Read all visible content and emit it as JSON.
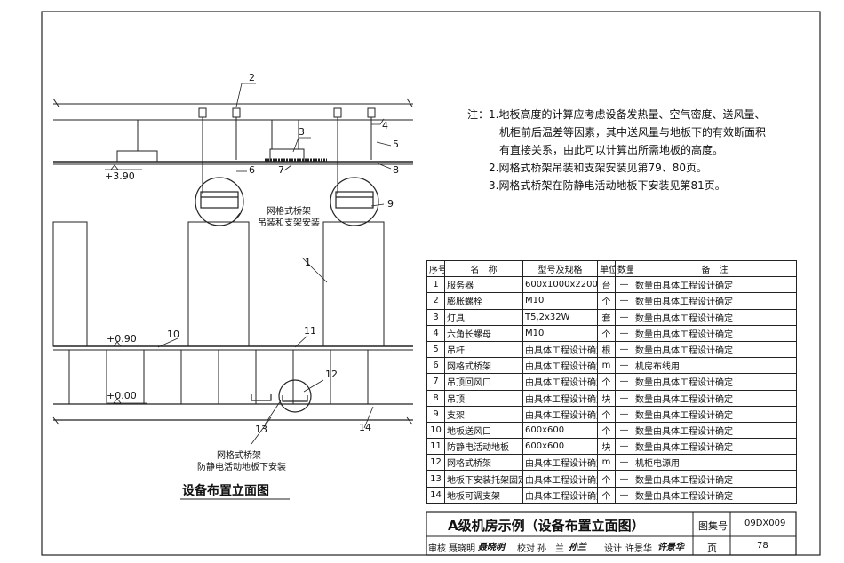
{
  "diagram": {
    "label": "设备布置立面图",
    "elevations": [
      "+3.90",
      "+0.90",
      "+0.00"
    ],
    "callouts": [
      "1",
      "2",
      "3",
      "4",
      "5",
      "6",
      "7",
      "8",
      "9",
      "10",
      "11",
      "12",
      "13",
      "14"
    ],
    "detail_captions": {
      "upper": [
        "网格式桥架",
        "吊装和支架安装"
      ],
      "lower": [
        "网格式桥架",
        "防静电活动地板下安装"
      ]
    }
  },
  "notes": {
    "prefix": "注：",
    "lines": [
      "1.地板高度的计算应考虑设备发热量、空气密度、送风量、",
      "机柜前后温差等因素，其中送风量与地板下的有效断面积",
      "有直接关系，由此可以计算出所需地板的高度。",
      "2.网格式桥架吊装和支架安装见第79、80页。",
      "3.网格式桥架在防静电活动地板下安装见第81页。"
    ]
  },
  "table": {
    "headers": [
      "序号",
      "名　称",
      "型号及规格",
      "单位",
      "数量",
      "备　注"
    ],
    "rows": [
      [
        "1",
        "服务器",
        "600x1000x2200",
        "台",
        "—",
        "数量由具体工程设计确定"
      ],
      [
        "2",
        "膨胀螺栓",
        "M10",
        "个",
        "—",
        "数量由具体工程设计确定"
      ],
      [
        "3",
        "灯具",
        "T5,2x32W",
        "套",
        "—",
        "数量由具体工程设计确定"
      ],
      [
        "4",
        "六角长螺母",
        "M10",
        "个",
        "—",
        "数量由具体工程设计确定"
      ],
      [
        "5",
        "吊杆",
        "由具体工程设计确定",
        "根",
        "—",
        "数量由具体工程设计确定"
      ],
      [
        "6",
        "网格式桥架",
        "由具体工程设计确定",
        "m",
        "—",
        "机房布线用"
      ],
      [
        "7",
        "吊顶回风口",
        "由具体工程设计确定",
        "个",
        "—",
        "数量由具体工程设计确定"
      ],
      [
        "8",
        "吊顶",
        "由具体工程设计确定",
        "块",
        "—",
        "数量由具体工程设计确定"
      ],
      [
        "9",
        "支架",
        "由具体工程设计确定",
        "个",
        "—",
        "数量由具体工程设计确定"
      ],
      [
        "10",
        "地板送风口",
        "600x600",
        "个",
        "—",
        "数量由具体工程设计确定"
      ],
      [
        "11",
        "防静电活动地板",
        "600x600",
        "块",
        "—",
        "数量由具体工程设计确定"
      ],
      [
        "12",
        "网格式桥架",
        "由具体工程设计确定",
        "m",
        "—",
        "机柜电源用"
      ],
      [
        "13",
        "地板下安装托架固定件",
        "由具体工程设计确定",
        "个",
        "—",
        "数量由具体工程设计确定"
      ],
      [
        "14",
        "地板可调支架",
        "由具体工程设计确定",
        "个",
        "—",
        "数量由具体工程设计确定"
      ]
    ]
  },
  "title_block": {
    "title": "A级机房示例（设备布置立面图）",
    "atlas_label": "图集号",
    "atlas_no": "09DX009",
    "page_label": "页",
    "page_no": "78",
    "sign_row": [
      {
        "role": "审核",
        "name": "聂晓明",
        "signature": "聂晓明"
      },
      {
        "role": "校对",
        "name": "孙　兰",
        "signature": "孙兰"
      },
      {
        "role": "设计",
        "name": "许景华",
        "signature": "许景华"
      }
    ]
  }
}
